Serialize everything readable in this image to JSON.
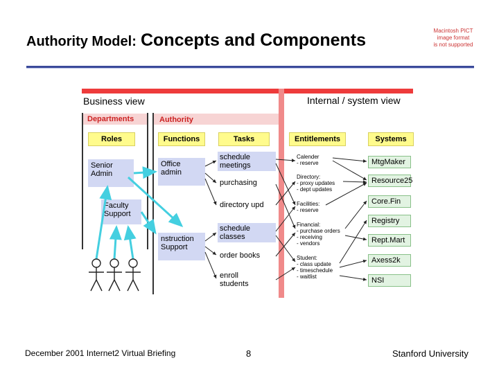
{
  "header": {
    "title_part1": "Authority Model:",
    "title_part2": "Concepts and Components",
    "pict_note": "Macintosh PICT\nimage format\nis not supported"
  },
  "diagram": {
    "business_view": "Business view",
    "system_view": "Internal / system view",
    "departments": "Departments",
    "authority": "Authority",
    "columns": {
      "roles": "Roles",
      "functions": "Functions",
      "tasks": "Tasks",
      "entitlements": "Entitlements",
      "systems": "Systems"
    },
    "roles": [
      "Senior\nAdmin",
      "Faculty\nSupport"
    ],
    "functions": [
      "Office\nadmin",
      "nstruction\nSupport"
    ],
    "tasks": [
      "schedule\nmeetings",
      "purchasing",
      "directory upd",
      "schedule\nclasses",
      "order books",
      "enroll\nstudents"
    ],
    "entitlements": [
      "Calender\n- reserve",
      "Directory:\n- proxy updates\n- dept updates",
      "Facilities:\n- reserve",
      "Financial:\n- purchase orders\n- receiving\n- vendors",
      "Student:\n- class update\n- timeschedule\n- waitlist"
    ],
    "systems": [
      "MtgMaker",
      "Resource25",
      "Core.Fin",
      "Registry",
      "Rept.Mart",
      "Axess2k",
      "NSI"
    ]
  },
  "footer": {
    "left": "December 2001 Internet2 Virtual Briefing",
    "page": "8",
    "right": "Stanford University"
  }
}
